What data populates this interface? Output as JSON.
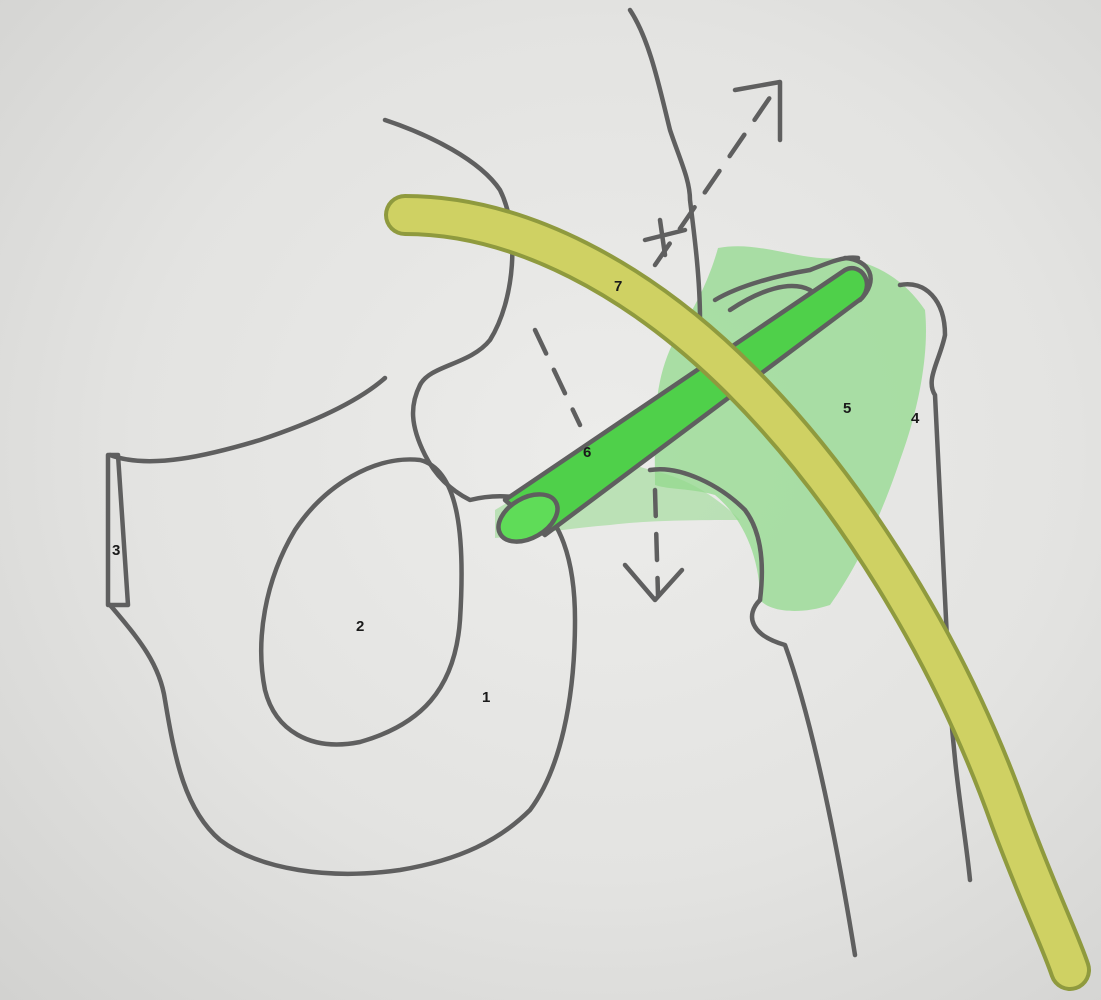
{
  "labels": {
    "l1": "1",
    "l2": "2",
    "l3": "3",
    "l4": "4",
    "l5": "5",
    "l6": "6",
    "l7": "7"
  },
  "colors": {
    "background": "#e6e6e4",
    "outline": "#5f5f5f",
    "green_region": "#8fd88a",
    "green_tube": "#4fd04a",
    "yellow_tube": "#cfd163",
    "yellow_tube_edge": "#8f9a3e"
  }
}
